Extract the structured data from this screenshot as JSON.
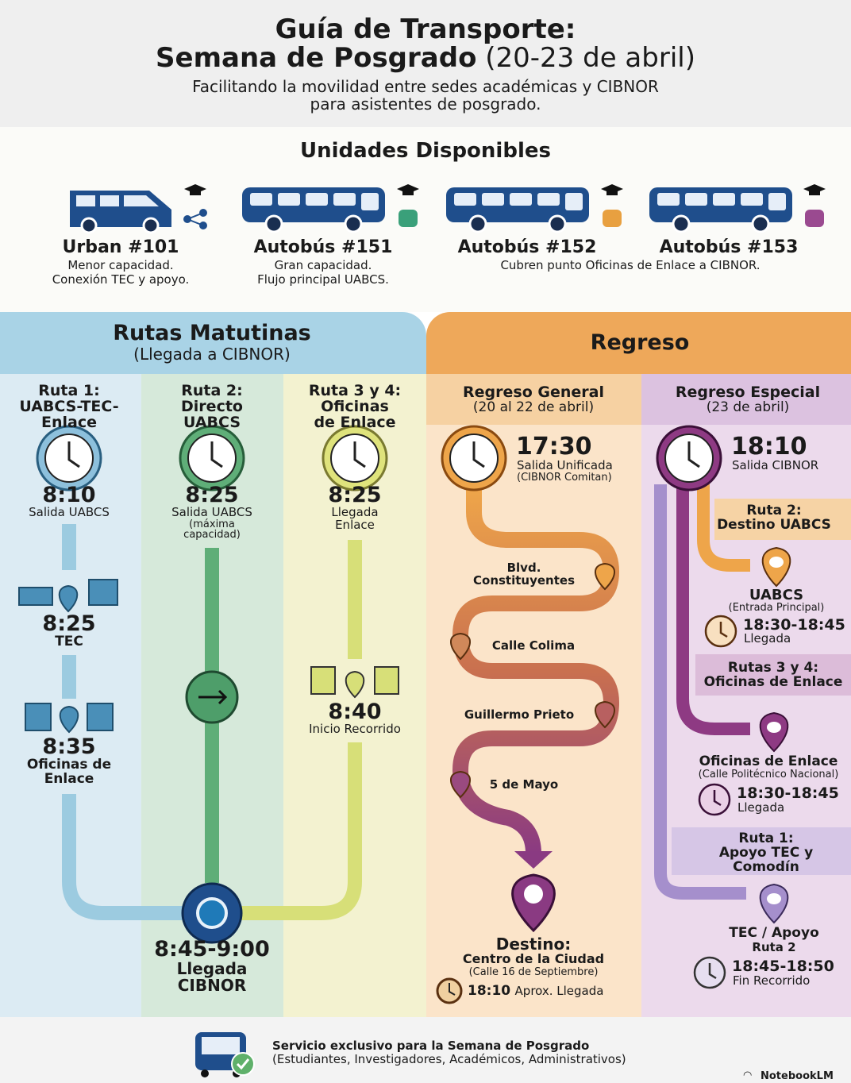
{
  "header": {
    "title_line1": "Guía de Transporte:",
    "title_line2_bold": "Semana de Posgrado",
    "title_line2_dates": "(20-23 de abril)",
    "subtitle_line1": "Facilitando la movilidad entre sedes académicas y CIBNOR",
    "subtitle_line2": "para asistentes de posgrado."
  },
  "units": {
    "title": "Unidades Disponibles",
    "items": [
      {
        "name": "Urban #101",
        "desc1": "Menor capacidad.",
        "desc2": "Conexión TEC y apoyo.",
        "icon": "share-icon"
      },
      {
        "name": "Autobús #151",
        "desc1": "Gran capacidad.",
        "desc2": "Flujo principal UABCS.",
        "icon": "backpack-icon",
        "icon_color": "#3aa07a"
      },
      {
        "name": "Autobús #152",
        "icon": "backpack-icon",
        "icon_color": "#e8a040"
      },
      {
        "name": "Autobús #153",
        "icon": "backpack-icon",
        "icon_color": "#9a4a90"
      }
    ],
    "shared_desc": "Cubren punto Oficinas de Enlace a CIBNOR."
  },
  "morning": {
    "title": "Rutas Matutinas",
    "subtitle": "(Llegada a CIBNOR)",
    "routes": [
      {
        "l1": "Ruta 1:",
        "l2": "UABCS-TEC-",
        "l3": "Enlace",
        "time": "8:10",
        "desc": "Salida UABCS",
        "stops": [
          {
            "time": "8:25",
            "name": "TEC"
          },
          {
            "time": "8:35",
            "name1": "Oficinas de",
            "name2": "Enlace"
          }
        ]
      },
      {
        "l1": "Ruta 2:",
        "l2": "Directo",
        "l3": "UABCS",
        "time": "8:25",
        "desc1": "Salida UABCS",
        "desc2": "(máxima",
        "desc3": "capacidad)"
      },
      {
        "l1": "Ruta 3 y 4:",
        "l2": "Oficinas",
        "l3": "de Enlace",
        "time": "8:25",
        "desc1": "Llegada",
        "desc2": "Enlace",
        "stop_time": "8:40",
        "stop_desc": "Inicio Recorrido"
      }
    ],
    "arrival": {
      "time": "8:45-9:00",
      "l1": "Llegada",
      "l2": "CIBNOR"
    }
  },
  "return": {
    "title": "Regreso",
    "general": {
      "title": "Regreso General",
      "dates": "(20 al 22 de abril)",
      "time": "17:30",
      "desc1": "Salida Unificada",
      "desc2": "(CIBNOR Comitan)",
      "stops": [
        "Blvd.",
        "Constituyentes",
        "Calle Colima",
        "Guillermo Prieto",
        "5 de Mayo"
      ],
      "dest_label": "Destino:",
      "dest_name": "Centro de la Ciudad",
      "dest_street": "(Calle 16 de Septiembre)",
      "arr_time": "18:10",
      "arr_label": "Aprox. Llegada"
    },
    "special": {
      "title": "Regreso Especial",
      "dates": "(23 de abril)",
      "time": "18:10",
      "desc": "Salida CIBNOR",
      "sections": [
        {
          "h1": "Ruta 2:",
          "h2": "Destino UABCS",
          "place": "UABCS",
          "place_sub": "(Entrada Principal)",
          "time": "18:30-18:45",
          "label": "Llegada",
          "color": "#eea54a"
        },
        {
          "h1": "Rutas 3 y 4:",
          "h2": "Oficinas de Enlace",
          "place": "Oficinas de Enlace",
          "place_sub": "(Calle Politécnico Nacional)",
          "time": "18:30-18:45",
          "label": "Llegada",
          "color": "#8e3a83"
        },
        {
          "h1": "Ruta 1:",
          "h2": "Apoyo TEC y",
          "h3": "Comodín",
          "place": "TEC / Apoyo",
          "place_sub": "Ruta 2",
          "time": "18:45-18:50",
          "label": "Fin Recorrido",
          "color": "#a58fcc"
        }
      ]
    }
  },
  "footer": {
    "line1": "Servicio exclusivo para la Semana de Posgrado",
    "line2": "(Estudiantes, Investigadores, Académicos, Administrativos)",
    "brand": "NotebookLM"
  }
}
